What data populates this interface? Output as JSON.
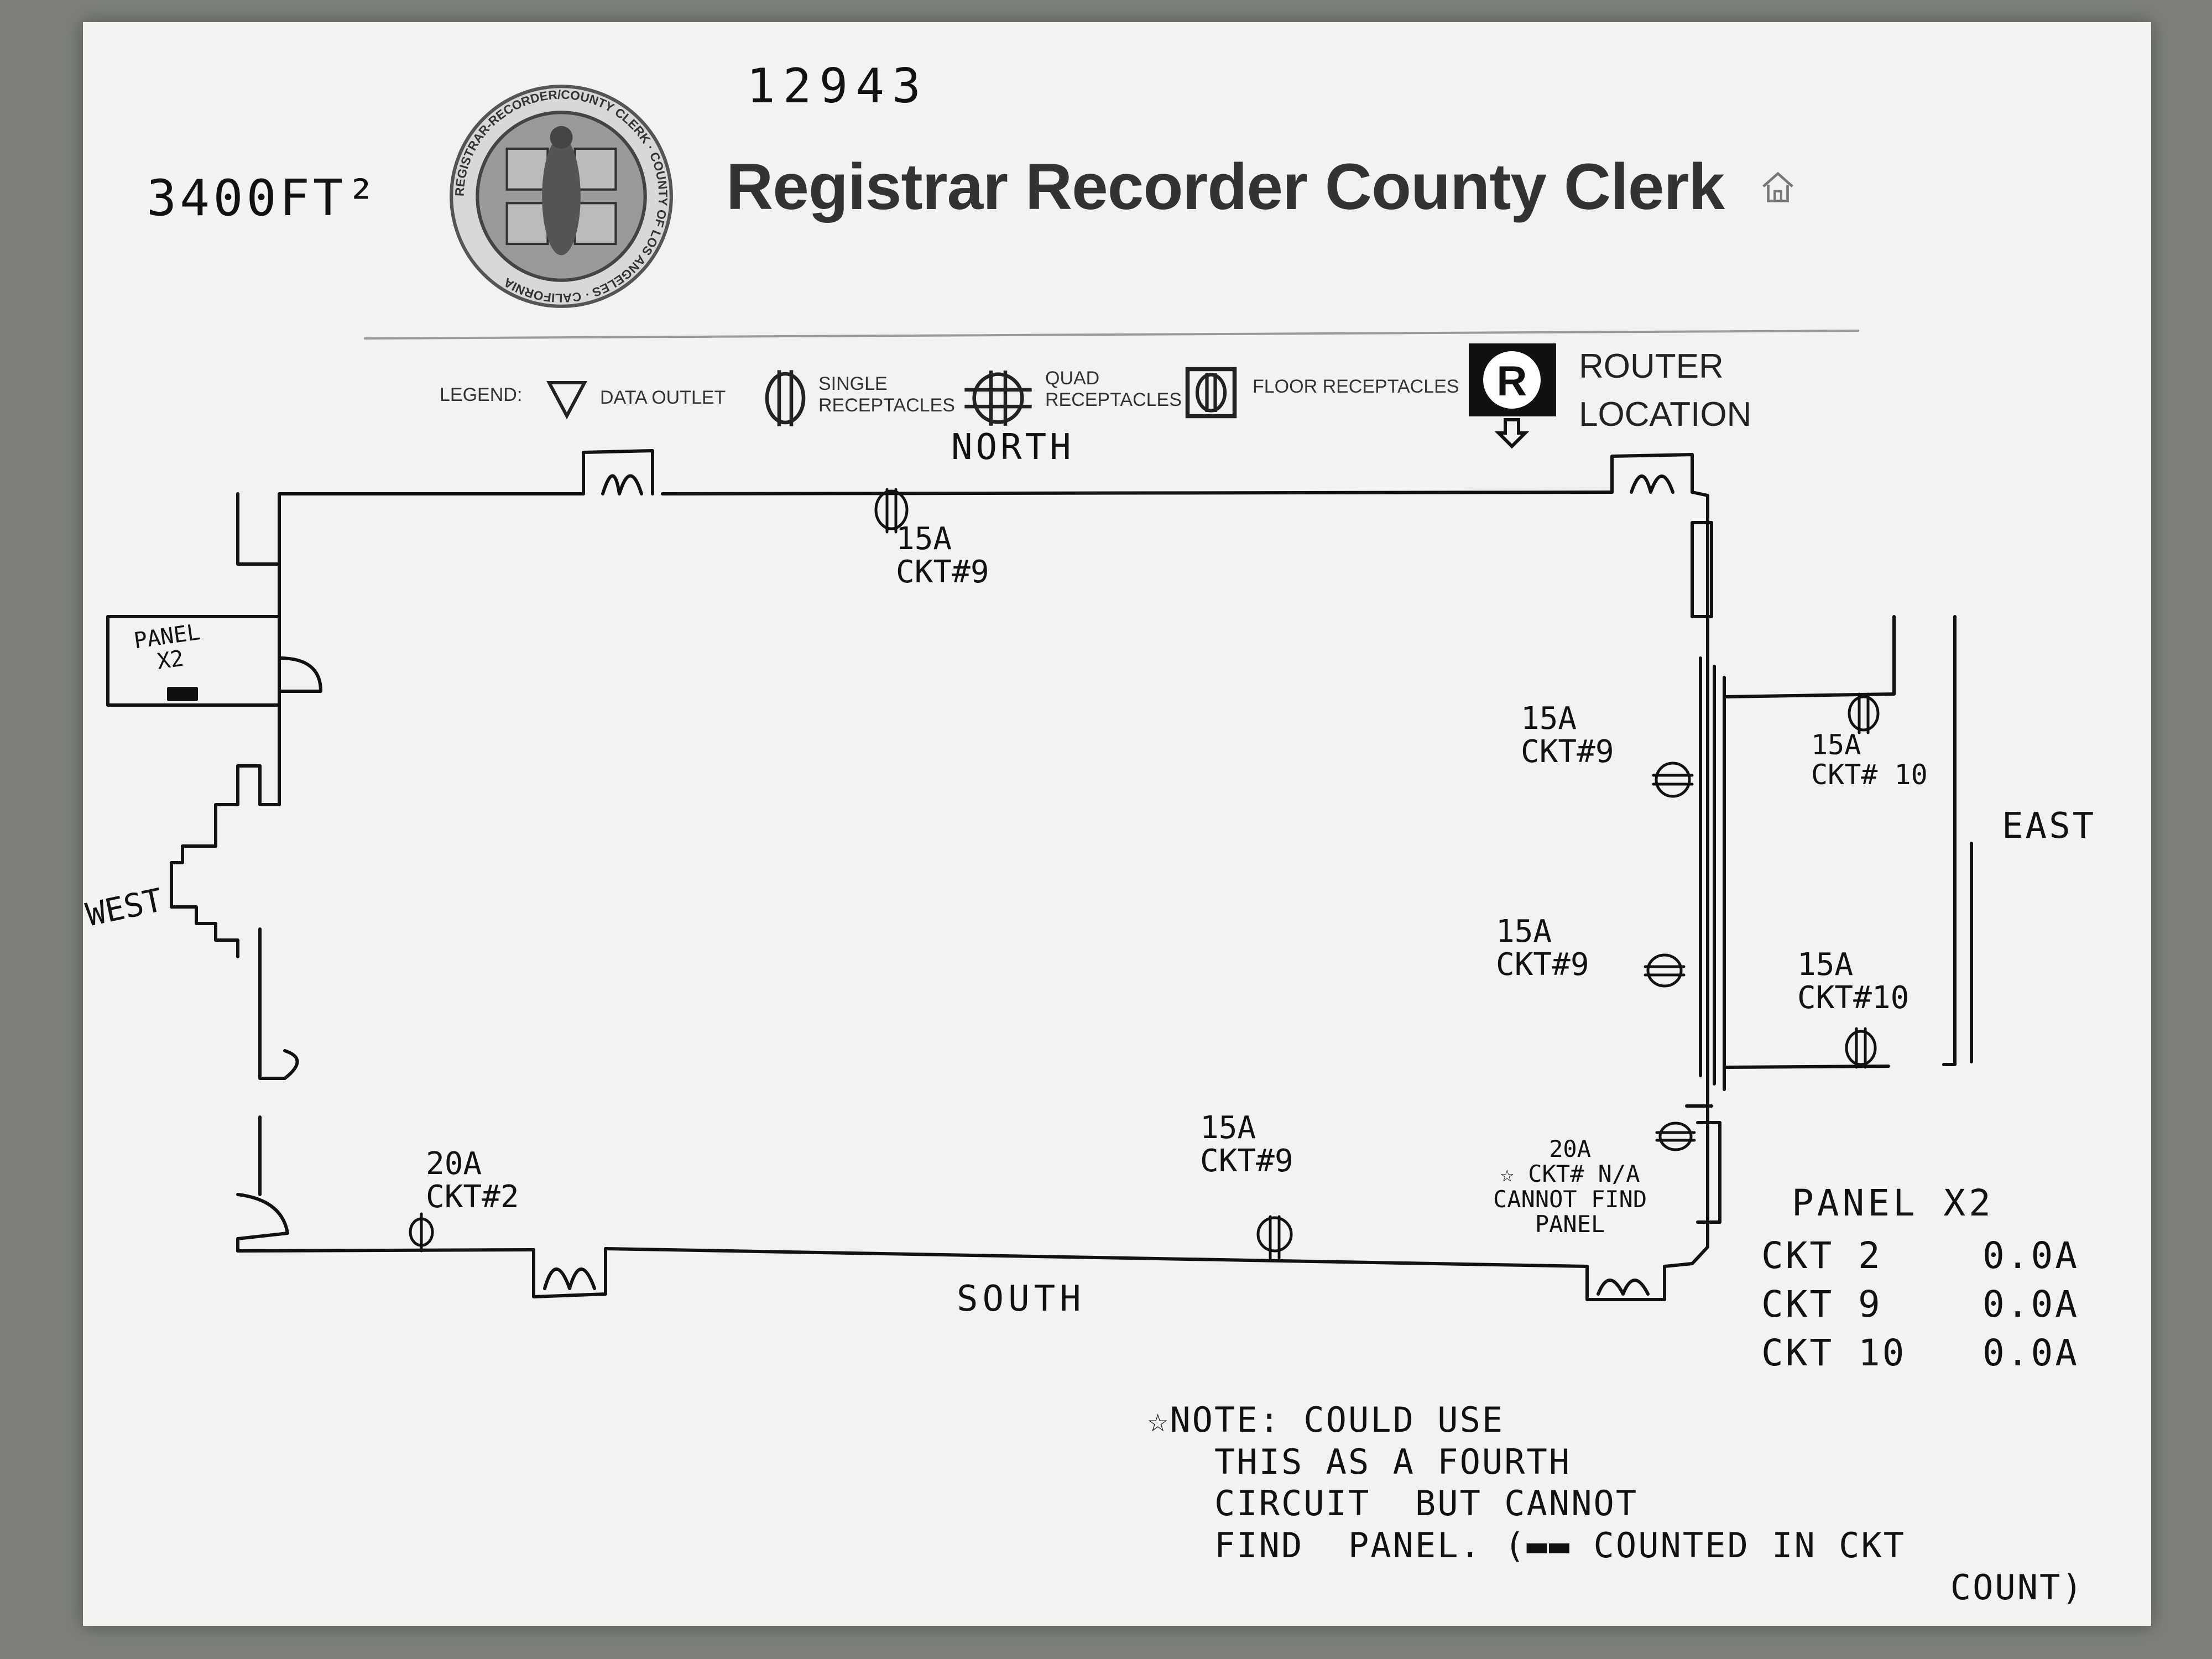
{
  "header": {
    "title": "Registrar Recorder County Clerk",
    "file_number": "12943",
    "area": "3400FT²",
    "seal_text": "REGISTRAR-RECORDER/COUNTY CLERK · COUNTY OF LOS ANGELES · CALIFORNIA"
  },
  "legend": {
    "label": "LEGEND:",
    "items": [
      {
        "icon": "data-outlet-triangle",
        "text": "DATA OUTLET"
      },
      {
        "icon": "single-receptacle",
        "text": "SINGLE\nRECEPTACLES"
      },
      {
        "icon": "quad-receptacle",
        "text": "QUAD\nRECEPTACLES"
      },
      {
        "icon": "floor-receptacle",
        "text": "FLOOR RECEPTACLES"
      }
    ],
    "router": "ROUTER\nLOCATION"
  },
  "directions": {
    "north": "NORTH",
    "south": "SOUTH",
    "east": "EAST",
    "west": "WEST"
  },
  "panel_tag": "PANEL\nX2",
  "receptacles": [
    {
      "wall": "north",
      "label": "15A\nCKT#9"
    },
    {
      "wall": "east-inner",
      "label": "15A\nCKT#9"
    },
    {
      "wall": "east-inner",
      "label": "15A\nCKT#9"
    },
    {
      "wall": "east-room",
      "label": "15A\nCKT# 10"
    },
    {
      "wall": "east-room",
      "label": "15A\nCKT#10"
    },
    {
      "wall": "south",
      "label": "20A\nCKT#2"
    },
    {
      "wall": "south",
      "label": "15A\nCKT#9"
    },
    {
      "wall": "south-east",
      "label": "20A\n☆ CKT# N/A\nCANNOT FIND\nPANEL"
    }
  ],
  "panel_summary": {
    "title": "PANEL X2",
    "rows": [
      {
        "ckt": "CKT 2",
        "amps": "0.0A"
      },
      {
        "ckt": "CKT 9",
        "amps": "0.0A"
      },
      {
        "ckt": "CKT 10",
        "amps": "0.0A"
      }
    ]
  },
  "note": "☆NOTE: COULD USE\n   THIS AS A FOURTH\n   CIRCUIT  BUT CANNOT\n   FIND  PANEL. (▬▬ COUNTED IN CKT\n                                    COUNT)"
}
